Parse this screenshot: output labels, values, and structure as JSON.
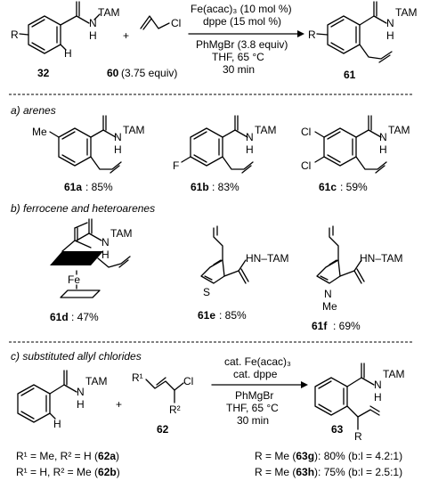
{
  "top_reaction": {
    "substrate_label": "R",
    "amide_n": "N",
    "amide_h": "H",
    "tam": "TAM",
    "ortho_h": "H",
    "plus": "+",
    "allyl_cl": "Cl",
    "compound_32": "32",
    "compound_60_number": "60",
    "compound_60_equiv": "(3.75 equiv)",
    "condition_1": "Fe(acac)₃ (10 mol %)",
    "condition_2": "dppe (15 mol %)",
    "condition_3": "PhMgBr (3.8 equiv)",
    "condition_4": "THF, 65 °C",
    "condition_5": "30 min",
    "product_label": "R",
    "compound_61": "61"
  },
  "section_a": {
    "title": "a) arenes",
    "items": [
      {
        "id": "61a",
        "yield": ": 85%",
        "substituent": "Me"
      },
      {
        "id": "61b",
        "yield": ": 83%",
        "substituent": "F"
      },
      {
        "id": "61c",
        "yield": ": 59%",
        "substituent_1": "Cl",
        "substituent_2": "Cl"
      }
    ]
  },
  "section_b": {
    "title": "b) ferrocene and heteroarenes",
    "items": [
      {
        "id": "61d",
        "yield": ": 47%",
        "metal": "Fe"
      },
      {
        "id": "61e",
        "yield": ":  85%",
        "heteroatom": "S",
        "amide": "HN–TAM"
      },
      {
        "id": "61f",
        "yield": ":  69%",
        "heteroatom": "N",
        "n_sub": "Me",
        "amide": "HN–TAM"
      }
    ]
  },
  "section_c": {
    "title": "c) substituted allyl chlorides",
    "r1": "R¹",
    "r2": "R²",
    "cl": "Cl",
    "plus": "+",
    "compound_62": "62",
    "condition_1": "cat. Fe(acac)₃",
    "condition_2": "cat. dppe",
    "condition_3": "PhMgBr",
    "condition_4": "THF, 65 °C",
    "condition_5": "30 min",
    "compound_63": "63",
    "product_r": "R",
    "def_62a_text": "R¹ = Me, R² = H  (",
    "def_62a_id": "62a",
    "def_62b_text": "R¹ = H, R² = Me  (",
    "def_62b_id": "62b",
    "res_63g_text": "R = Me (",
    "res_63g_id": "63g",
    "res_63g_tail": "): 80% (b:l = 4.2:1)",
    "res_63h_text": "R = Me (",
    "res_63h_id": "63h",
    "res_63h_tail": "): 75% (b:l = 2.5:1)",
    "close_paren": ")"
  }
}
